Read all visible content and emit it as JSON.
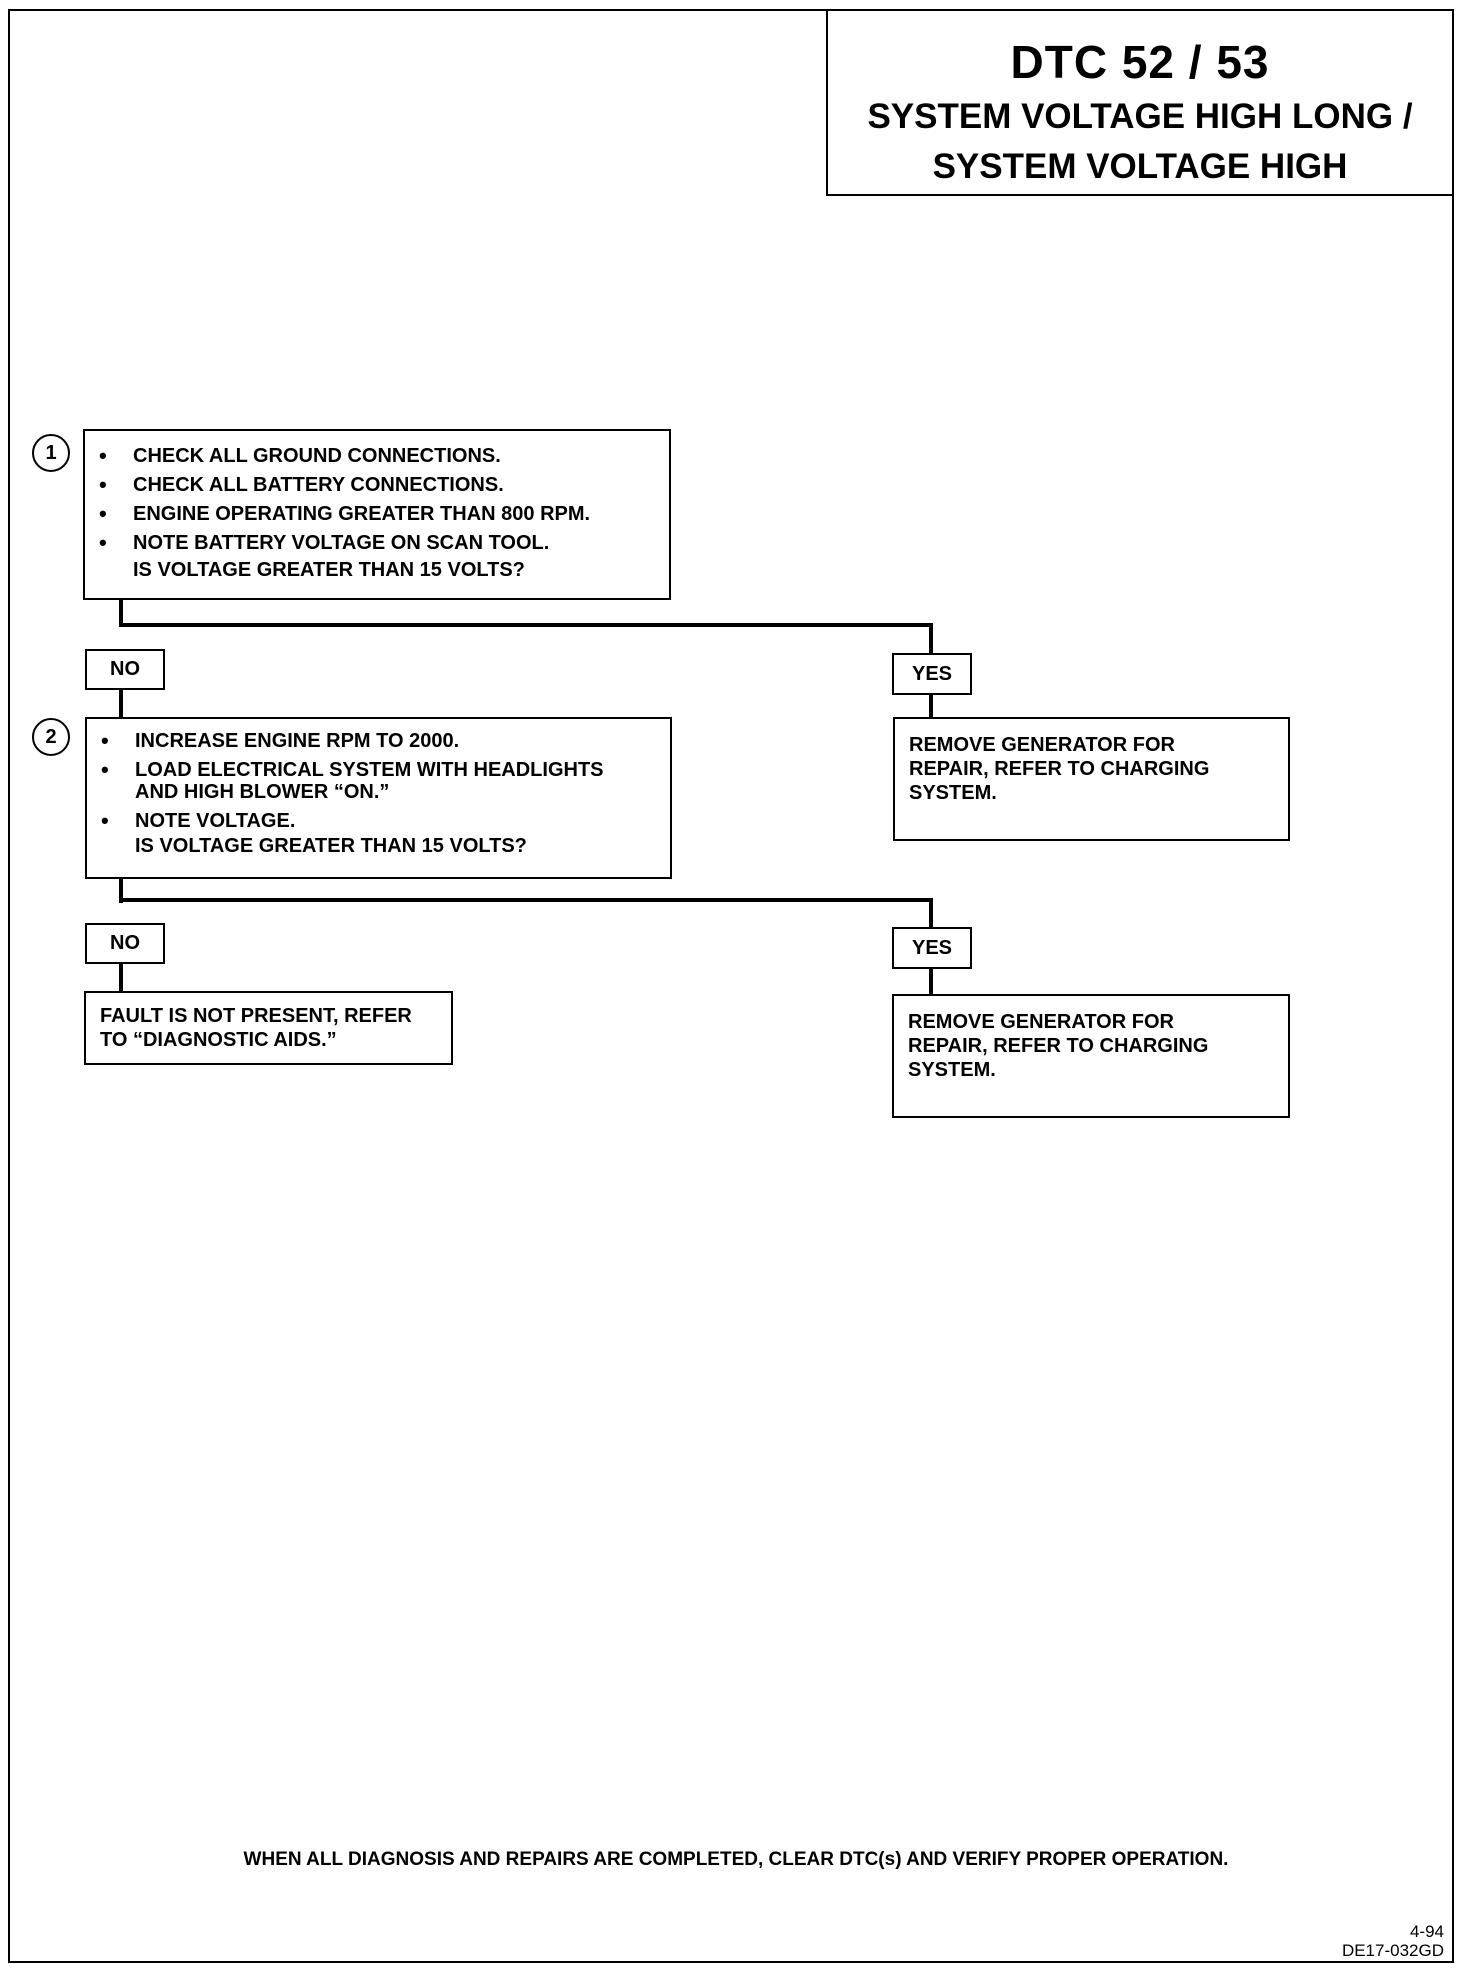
{
  "title": {
    "code": "DTC 52 / 53",
    "line1": "SYSTEM VOLTAGE HIGH LONG /",
    "line2": "SYSTEM VOLTAGE HIGH"
  },
  "steps": [
    {
      "number": "1",
      "bullets": [
        "CHECK ALL GROUND CONNECTIONS.",
        "CHECK ALL BATTERY CONNECTIONS.",
        "ENGINE OPERATING GREATER THAN 800 RPM.",
        "NOTE BATTERY VOLTAGE ON SCAN TOOL."
      ],
      "question": "IS VOLTAGE GREATER THAN 15 VOLTS?",
      "no_label": "NO",
      "yes_label": "YES",
      "yes_result": [
        "REMOVE GENERATOR FOR",
        "REPAIR, REFER TO CHARGING",
        "SYSTEM."
      ]
    },
    {
      "number": "2",
      "bullets": [
        "INCREASE ENGINE RPM TO 2000.",
        "LOAD ELECTRICAL SYSTEM WITH HEADLIGHTS AND HIGH BLOWER “ON.”",
        "NOTE VOLTAGE."
      ],
      "question": "IS VOLTAGE GREATER THAN 15 VOLTS?",
      "no_label": "NO",
      "yes_label": "YES",
      "no_result": [
        "FAULT IS NOT PRESENT, REFER",
        "TO “DIAGNOSTIC AIDS.”"
      ],
      "yes_result": [
        "REMOVE GENERATOR FOR",
        "REPAIR, REFER TO CHARGING",
        "SYSTEM."
      ]
    }
  ],
  "footer": {
    "note": "WHEN ALL DIAGNOSIS AND REPAIRS ARE COMPLETED, CLEAR DTC(s) AND VERIFY PROPER OPERATION.",
    "page": "4-94",
    "doc_code": "DE17-032GD"
  }
}
